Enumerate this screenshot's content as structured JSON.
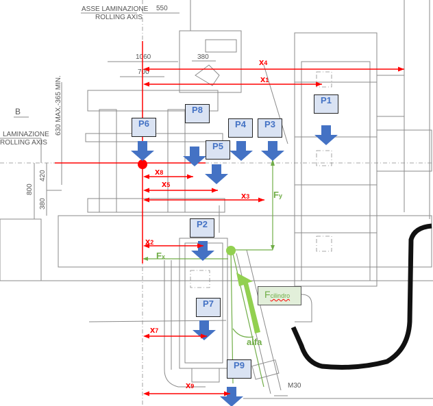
{
  "drawing": {
    "title_top": "ASSE LAMINAZIONE",
    "title_top_en": "ROLLING AXIS",
    "title_left": "LAMINAZIONE",
    "title_left_en": "ROLLING AXIS",
    "view_marker": "B",
    "dimensions": {
      "d550": "550",
      "d1060": "1060",
      "d700": "700",
      "d380_top": "380",
      "d630": "630 MAX.-365 MIN.",
      "d800": "800",
      "d420": "420",
      "d380_left": "380",
      "m30": "M30"
    }
  },
  "loads": [
    {
      "id": "P1",
      "label": "P1"
    },
    {
      "id": "P2",
      "label": "P2"
    },
    {
      "id": "P3",
      "label": "P3"
    },
    {
      "id": "P4",
      "label": "P4"
    },
    {
      "id": "P5",
      "label": "P5"
    },
    {
      "id": "P6",
      "label": "P6"
    },
    {
      "id": "P7",
      "label": "P7"
    },
    {
      "id": "P8",
      "label": "P8"
    },
    {
      "id": "P9",
      "label": "P9"
    }
  ],
  "distances": {
    "x1": {
      "base": "x",
      "sub": "1"
    },
    "x2": {
      "base": "x",
      "sub": "2"
    },
    "x3": {
      "base": "x",
      "sub": "3"
    },
    "x4": {
      "base": "x",
      "sub": "4"
    },
    "x5": {
      "base": "x",
      "sub": "5"
    },
    "x7": {
      "base": "x",
      "sub": "7"
    },
    "x8": {
      "base": "x",
      "sub": "8"
    },
    "x9": {
      "base": "x",
      "sub": "9"
    }
  },
  "forces": {
    "fx": {
      "base": "F",
      "sub": "x"
    },
    "fy": {
      "base": "F",
      "sub": "y"
    },
    "fcil": {
      "base": "F",
      "sub": "cilindro"
    },
    "angle": "alfa"
  },
  "colors": {
    "load_arrow": "#4472c4",
    "distance": "#ff0000",
    "force": "#70ad47",
    "hose": "#111111"
  }
}
